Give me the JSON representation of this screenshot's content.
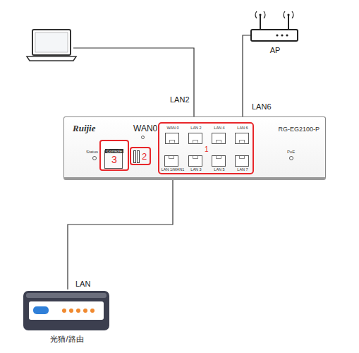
{
  "diagram": {
    "nodes": [
      {
        "text": [
          "AP"
        ]
      },
      {
        "text": [
          "Ruijie",
          "WAN0",
          "RG-EG2100-P",
          "Status",
          "PoE"
        ]
      },
      {
        "text": [
          "1"
        ],
        "in": 1
      },
      {
        "text": [
          "WAN 0"
        ],
        "in": 2
      },
      {
        "text": [
          "LAN 2"
        ],
        "in": 2
      },
      {
        "text": [
          "LAN 4"
        ],
        "in": 2
      },
      {
        "text": [
          "LAN 6"
        ],
        "in": 2
      },
      {
        "text": [
          "LAN 1/WAN1"
        ],
        "in": 2
      },
      {
        "text": [
          "LAN 3"
        ],
        "in": 2
      },
      {
        "text": [
          "LAN 5"
        ],
        "in": 2
      },
      {
        "text": [
          "LAN 7"
        ],
        "in": 2
      },
      {
        "text": [
          "2"
        ],
        "in": 1
      },
      {
        "text": [
          "Console",
          "3"
        ],
        "in": 1
      },
      {
        "text": [
          "光猫/路由"
        ]
      }
    ],
    "edges": [
      {
        "from": 0,
        "to": 6,
        "arrow": "to",
        "label": "LAN6"
      },
      {
        "from": 13,
        "to": 7,
        "arrow": "to",
        "label": "LAN"
      }
    ],
    "labels": [
      "LAN2"
    ]
  }
}
